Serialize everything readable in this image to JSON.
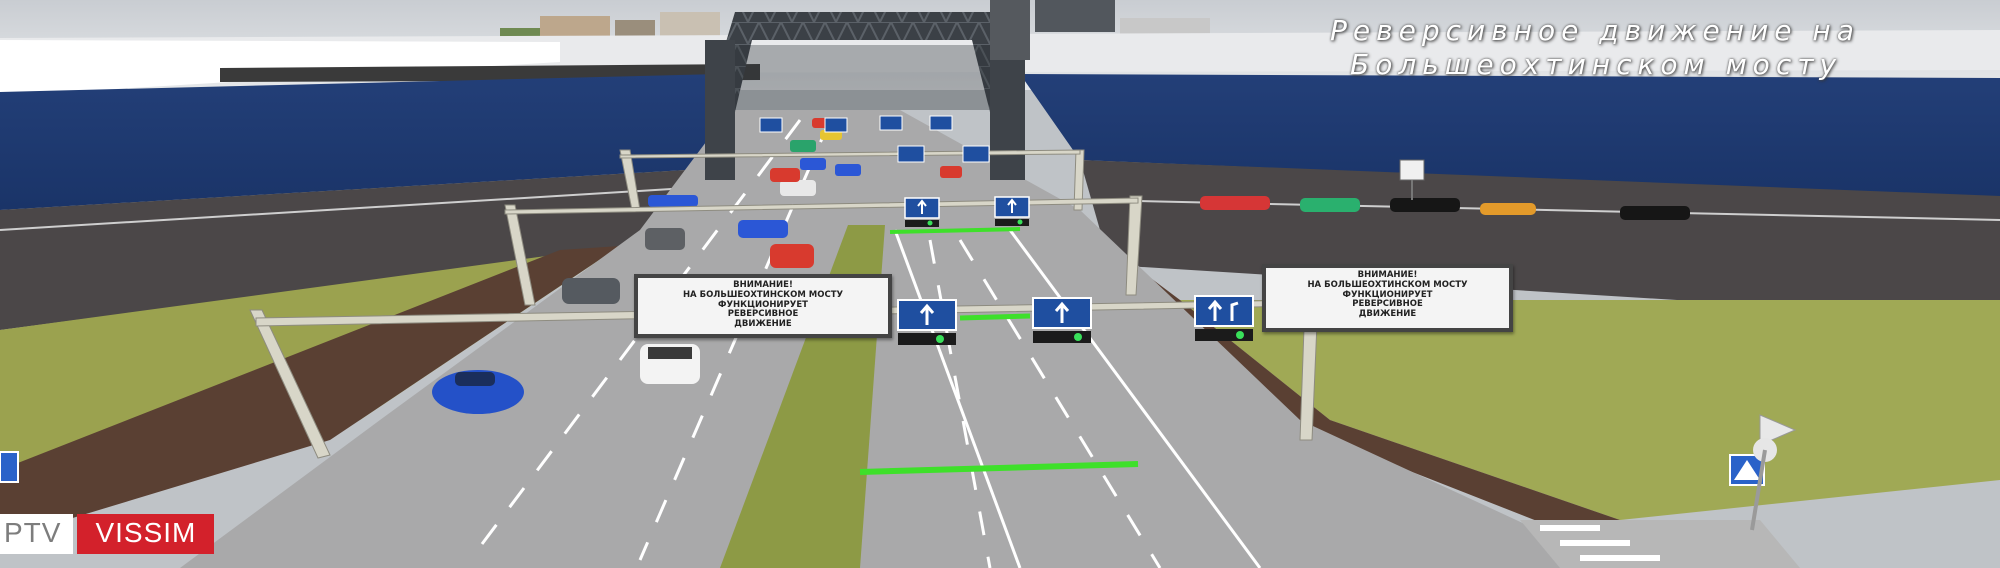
{
  "title": {
    "line1": "Реверсивное движение на",
    "line2": "Большеохтинском мосту"
  },
  "warning_sign": {
    "line1": "ВНИМАНИЕ!",
    "line2": "НА БОЛЬШЕОХТИНСКОМ МОСТУ",
    "line3": "ФУНКЦИОНИРУЕТ",
    "line4": "РЕВЕРСИВНОЕ",
    "line5": "ДВИЖЕНИЕ"
  },
  "logo": {
    "ptv": "PTV",
    "vissim": "VISSIM"
  },
  "icons": [
    "lane-arrow-straight-icon",
    "lane-arrow-straight-right-icon",
    "traffic-light-icon",
    "pedestrian-crossing-icon",
    "yield-sign-icon"
  ],
  "colors": {
    "river": "#1f3f7e",
    "asphalt": "#4b4748",
    "road": "#a8a8a8",
    "grass": "#9aa352",
    "bridge": "#3a3f44",
    "sign_blue": "#1f4fa0",
    "signal_green": "#39e05a",
    "stop_line": "#3ee02a",
    "logo_red": "#d3212b"
  }
}
